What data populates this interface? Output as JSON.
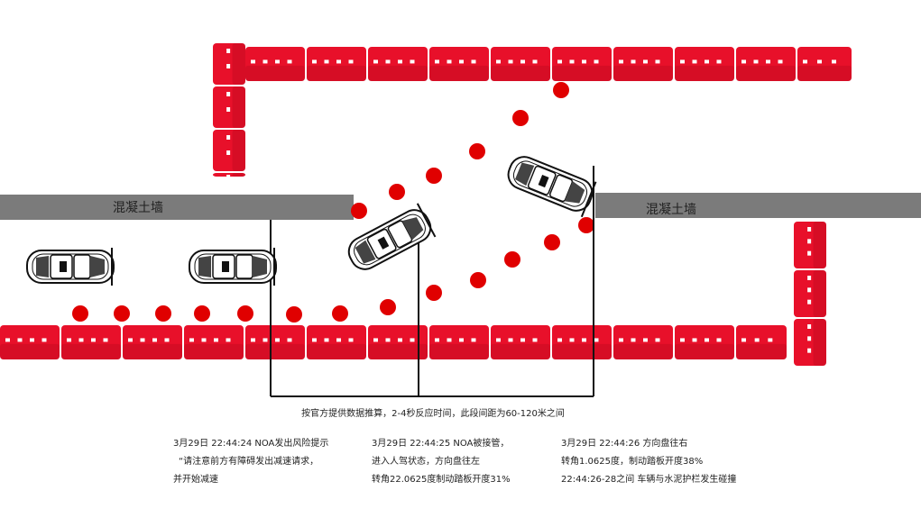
{
  "walls": {
    "left_label": "混凝土墙",
    "right_label": "混凝土墙"
  },
  "caption": "按官方提供数据推算，2-4秒反应时间，此段间距为60-120米之间",
  "events": [
    {
      "lines": [
        "3月29日 22:44:24 NOA发出风险提示",
        "“请注意前方有障碍发出减速请求，",
        "并开始减速"
      ]
    },
    {
      "lines": [
        "3月29日 22:44:25 NOA被接管，",
        "进入人驾状态，方向盘往左",
        "转角22.0625度制动踏板开度31%"
      ]
    },
    {
      "lines": [
        "3月29日 22:44:26 方向盘往右",
        "转角1.0625度，制动踏板开度38%",
        "22:44:26-28之间 车辆与水泥护栏发生碰撞"
      ]
    }
  ],
  "colors": {
    "barrier": "#e8102a",
    "barrier_dark": "#b5081c",
    "dot": "#e00000",
    "wall": "#7b7b7b",
    "line": "#111111"
  },
  "icons": [
    "car-icon",
    "trajectory-dot",
    "water-barrier"
  ]
}
